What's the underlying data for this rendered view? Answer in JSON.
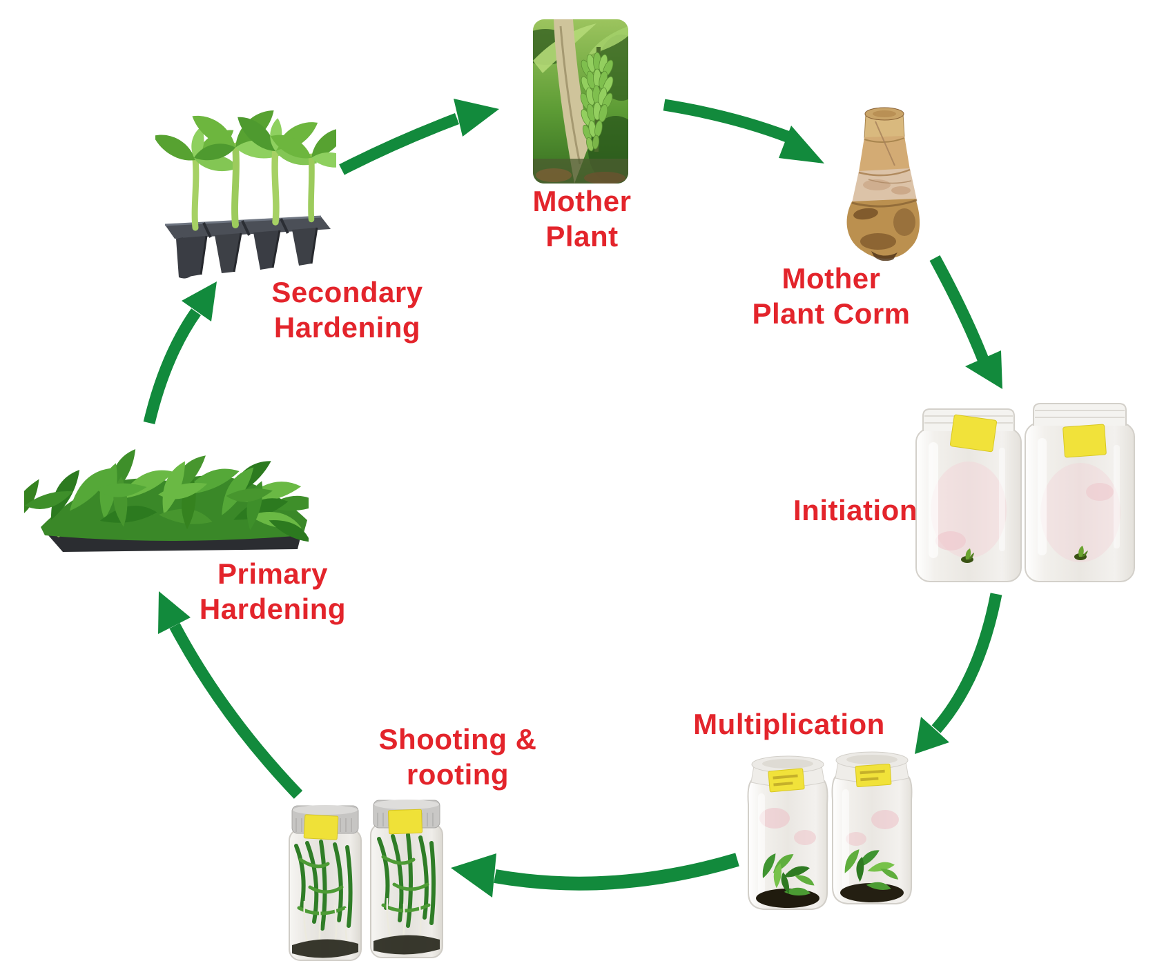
{
  "diagram": {
    "kind": "circular-process-diagram",
    "subject": "Banana tissue culture propagation cycle",
    "background_color": "#ffffff",
    "arrow_color": "#128A3C",
    "label_color": "#E3242B",
    "sticker_color": "#F1E23A",
    "stages": [
      {
        "id": "mother-plant",
        "label": "Mother Plant",
        "lines": [
          "Mother",
          "Plant"
        ],
        "image": "banana-plant-with-green-fruit-bunch-photo"
      },
      {
        "id": "mother-plant-corm",
        "label": "Mother Plant Corm",
        "lines": [
          "Mother",
          "Plant Corm"
        ],
        "image": "banana-corm-cutout-photo"
      },
      {
        "id": "initiation",
        "label": "Initiation",
        "lines": [
          "Initiation"
        ],
        "image": "two-glass-culture-jars-with-shoot-tips"
      },
      {
        "id": "multiplication",
        "label": "Multiplication",
        "lines": [
          "Multiplication"
        ],
        "image": "two-glass-culture-jars-with-plantlets"
      },
      {
        "id": "shooting-rooting",
        "label": "Shooting & rooting",
        "lines": [
          "Shooting &",
          "rooting"
        ],
        "image": "two-jars-with-rooted-plantlets"
      },
      {
        "id": "primary-hardening",
        "label": "Primary Hardening",
        "lines": [
          "Primary",
          "Hardening"
        ],
        "image": "dense-seedling-tray-photo"
      },
      {
        "id": "secondary-hardening",
        "label": "Secondary Hardening",
        "lines": [
          "Secondary",
          "Hardening"
        ],
        "image": "black-cell-tray-with-banana-plantlets-photo"
      }
    ],
    "connections": [
      {
        "from": "Mother Plant",
        "to": "Mother Plant Corm"
      },
      {
        "from": "Mother Plant Corm",
        "to": "Initiation"
      },
      {
        "from": "Initiation",
        "to": "Multiplication"
      },
      {
        "from": "Multiplication",
        "to": "Shooting & rooting"
      },
      {
        "from": "Shooting & rooting",
        "to": "Primary Hardening"
      },
      {
        "from": "Primary Hardening",
        "to": "Secondary Hardening"
      },
      {
        "from": "Secondary Hardening",
        "to": "Mother Plant"
      }
    ]
  }
}
